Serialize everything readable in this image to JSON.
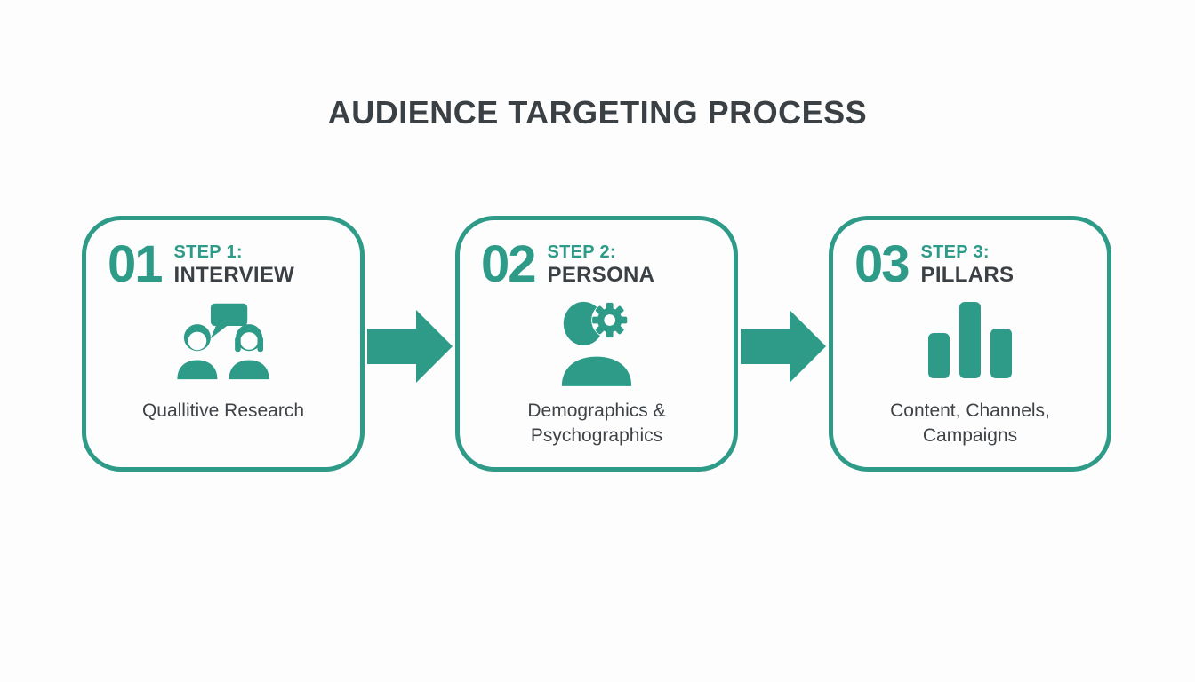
{
  "title": "AUDIENCE TARGETING PROCESS",
  "colors": {
    "teal_accent": "#2E9B88",
    "dark_text": "#3B4045",
    "caption_text": "#3F4347",
    "background": "#FDFDFD"
  },
  "steps": [
    {
      "number": "01",
      "step_label": "STEP 1:",
      "step_name": "INTERVIEW",
      "icon": "interview-people-icon",
      "caption": "Quallitive Research"
    },
    {
      "number": "02",
      "step_label": "STEP 2:",
      "step_name": "PERSONA",
      "icon": "persona-head-gear-icon",
      "caption": "Demographics &\nPsychographics"
    },
    {
      "number": "03",
      "step_label": "STEP 3:",
      "step_name": "PILLARS",
      "icon": "content-pillars-bars-icon",
      "caption": "Content, Channels,\nCampaigns"
    }
  ]
}
